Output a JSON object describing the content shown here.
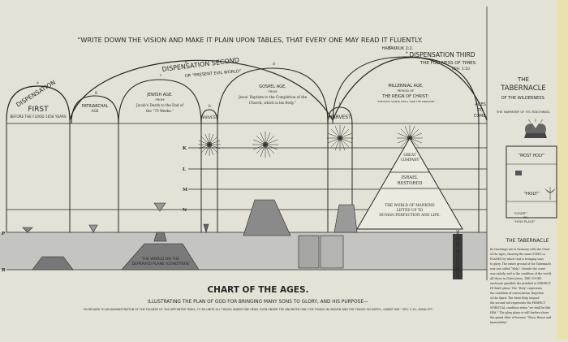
{
  "header": {
    "quote": "“WRITE DOWN THE VISION AND MAKE IT PLAIN UPON TABLES, THAT EVERY ONE MAY READ IT FLUENTLY.",
    "quote_ref": "HABAKKUK 2:2."
  },
  "dispensations": {
    "first": {
      "title_line1": "DISPENSATION",
      "title_line2": "FIRST",
      "subtitle": "BEFORE THE FLOOD 1656 YEARS"
    },
    "second": {
      "title": "DISPENSATION SECOND",
      "subtitle": "OR “PRESENT EVIL WORLD”"
    },
    "third": {
      "title": "DISPENSATION THIRD",
      "subtitle_line1": "THE FULLNESS OF TIMES",
      "subtitle_line2": "EPH. 1:10"
    }
  },
  "ages": {
    "patriarchal": {
      "title": "PATRIARCHAL",
      "subtitle": "AGE"
    },
    "jewish": {
      "title": "JEWISH AGE.",
      "line1": "FROM",
      "line2": "Jacob's Death to the End of",
      "line3": "the “70 Weeks.”"
    },
    "gospel": {
      "title": "GOSPEL AGE,",
      "line1": "FROM",
      "line2": "Jesus' Baptism to the Completion of the",
      "line3": "Church, which is his Body.”"
    },
    "millennial": {
      "title": "MILLENNIAL AGE,",
      "line1": "PERIOD OF",
      "line2": "THE REIGN OF CHRIST;",
      "line3": "“THE MOST SAINTS SHALL TAKE THE KINGDOM”"
    },
    "to_come": {
      "line1": "AGES",
      "line2": "TO",
      "line3": "COME."
    }
  },
  "harvests": {
    "first": "HARVEST",
    "second": "HARVEST"
  },
  "arch_letters": [
    "a",
    "b",
    "c",
    "d",
    "e",
    "f",
    "g",
    "h",
    "i"
  ],
  "plane_letters": [
    "K",
    "L",
    "M",
    "N",
    "P",
    "R"
  ],
  "pyramid_labels": {
    "line1": "GREAT",
    "line2": "COMPANY",
    "line3": "ISRAEL",
    "line4": "RESTORED",
    "line5": "THE WORLD OF MANKIND",
    "line6": "LIFTED UP TO",
    "line7": "HUMAN PERFECTION AND LIFE."
  },
  "world_base": {
    "line1": "THE WORLD ON THE",
    "line2": "DEPRAVED PLANE (CONDITION)"
  },
  "column_text": "DESTRUCTION OF THE WICKED",
  "tabernacle": {
    "title": "THE",
    "title2": "TABERNACLE",
    "subtitle": "OF THE WILDERNESS.",
    "harmony": "THE HARMONY OF ITS TEACHINGS.",
    "most_holy": "“MOST HOLY”",
    "holy": "“HOLY”",
    "court": "“COURT”",
    "court2": "OR",
    "court3": "“HOLY PLACE”",
    "caption": "THE TABERNACLE",
    "body": [
      "Its teachings are in harmony with the Chart",
      "of the Ages, showing the same STEPS or",
      "PLANES by which God is bringing sons",
      "to glory. The entire ground of the Tabernacle",
      "was one called “Holy.” Outside the court",
      "was unholy, and is the condition of the world.",
      "All those in Christ Jesus, THE COURT,",
      "enclosure parallels the justified or PERFECT",
      "HUMAN plane. The “Holy” represents",
      "the condition of consecration; Begotten",
      "of the Spirit. The Most Holy, beyond",
      "the second veil represents the PERFECT",
      "SPIRITUAL condition when “we shall be like",
      "HIM.” The glory plane is still further above",
      "the grand Altar of Incense “Glory, Honor and",
      "Immortality.”"
    ]
  },
  "footer": {
    "title": "CHART OF THE AGES.",
    "subtitle": "ILLUSTRATING THE PLAN OF GOD FOR BRINGING MANY SONS TO GLORY, AND HIS PURPOSE—",
    "quote": "“IN REGARD TO AN ADMINISTRATION OF THE FULNESS OF THE APPOINTED TIMES, TO RE-UNITE ALL THINGS UNDER ONE HEAD, EVEN UNDER THE ANOINTED ONE; THE THINGS IN HEAVEN AND THE THINGS ON EARTH—UNDER HIM.” EPH. 1:10—DIAGLOTT."
  },
  "colors": {
    "paper": "#e4e2d6",
    "ink": "#262626",
    "bottom_band": "#c4c4c0",
    "column_dark": "#3a3a3a",
    "right_edge": "#e9e2ad"
  }
}
